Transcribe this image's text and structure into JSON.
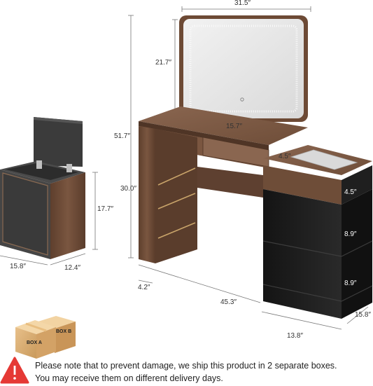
{
  "dimensions": {
    "mirror_width": "31.5″",
    "mirror_height": "21.7″",
    "total_height": "51.7″",
    "drawer_width": "15.7″",
    "side_drawer_depth": "4.5″",
    "table_height": "30.0″",
    "stool_height": "17.7″",
    "stool_width": "15.8″",
    "stool_depth": "12.4″",
    "leg_width": "4.2″",
    "total_width": "45.3″",
    "cabinet_width": "13.8″",
    "cabinet_depth": "15.8″",
    "drawer1_height": "4.5″",
    "drawer2_height": "8.9″",
    "drawer3_height": "8.9″"
  },
  "boxes": {
    "box_a": "BOX A",
    "box_b": "BOX B"
  },
  "notice": {
    "line1": "Please note that to prevent damage, we ship this product in 2 separate boxes.",
    "line2": "You may receive them on different delivery days."
  },
  "colors": {
    "walnut": "#6b4a36",
    "black": "#1c1c1c",
    "warning_red": "#e53935"
  }
}
